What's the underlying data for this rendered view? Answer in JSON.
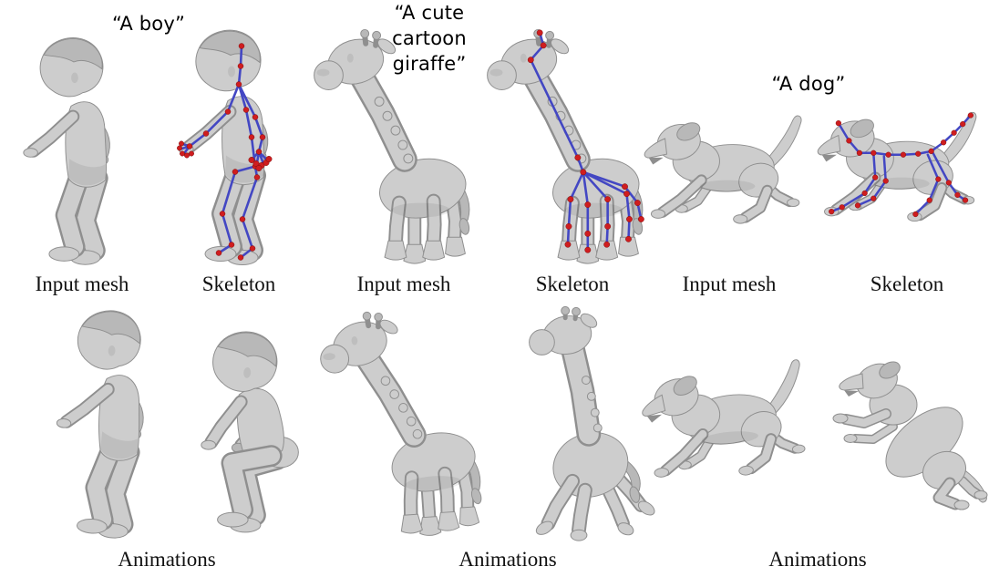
{
  "figure": {
    "colors": {
      "background": "#ffffff",
      "mesh": "#cdcdcd",
      "mesh_shade": "#b8b8b8",
      "mesh_edge": "#8f8f8f",
      "bone": "#4347c3",
      "joint": "#cf1d1f",
      "text": "#000000"
    },
    "sections": [
      {
        "id": "boy",
        "prompt": "“A boy”",
        "input_label": "Input mesh",
        "skeleton_label": "Skeleton",
        "animations_label": "Animations"
      },
      {
        "id": "giraffe",
        "prompt": "“A cute\ncartoon\ngiraffe”",
        "input_label": "Input mesh",
        "skeleton_label": "Skeleton",
        "animations_label": "Animations"
      },
      {
        "id": "dog",
        "prompt": "“A dog”",
        "input_label": "Input mesh",
        "skeleton_label": "Skeleton",
        "animations_label": "Animations"
      }
    ]
  }
}
